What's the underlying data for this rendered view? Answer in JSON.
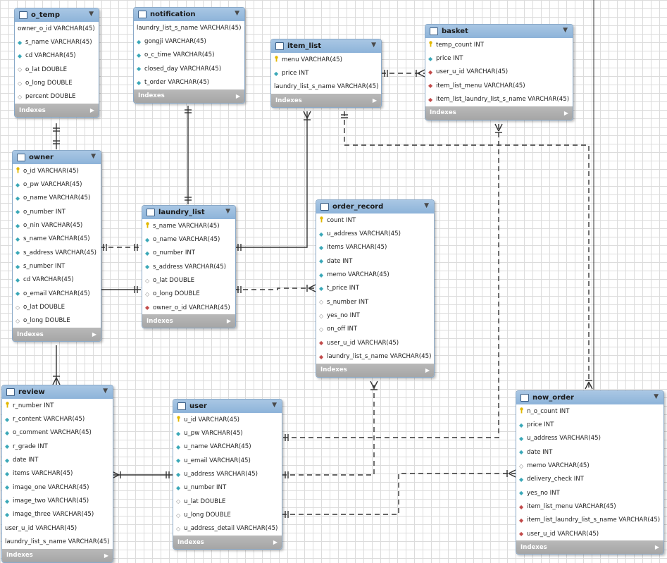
{
  "tables": [
    {
      "id": "o_temp",
      "name": "o_temp",
      "columns": [
        {
          "text": "owner_o_id VARCHAR(45)",
          "marker": "none"
        },
        {
          "text": "s_name VARCHAR(45)",
          "marker": "cyan"
        },
        {
          "text": "cd VARCHAR(45)",
          "marker": "cyan"
        },
        {
          "text": "o_lat DOUBLE",
          "marker": "empty"
        },
        {
          "text": "o_long DOUBLE",
          "marker": "empty"
        },
        {
          "text": "percent DOUBLE",
          "marker": "empty"
        }
      ],
      "indexes_label": "Indexes"
    },
    {
      "id": "notification",
      "name": "notification",
      "columns": [
        {
          "text": "laundry_list_s_name VARCHAR(45)",
          "marker": "none"
        },
        {
          "text": "gongji VARCHAR(45)",
          "marker": "cyan"
        },
        {
          "text": "o_c_time VARCHAR(45)",
          "marker": "cyan"
        },
        {
          "text": "closed_day VARCHAR(45)",
          "marker": "cyan"
        },
        {
          "text": "t_order VARCHAR(45)",
          "marker": "cyan"
        }
      ],
      "indexes_label": "Indexes"
    },
    {
      "id": "item_list",
      "name": "item_list",
      "columns": [
        {
          "text": "menu VARCHAR(45)",
          "marker": "pk"
        },
        {
          "text": "price INT",
          "marker": "cyan"
        },
        {
          "text": "laundry_list_s_name VARCHAR(45)",
          "marker": "none"
        }
      ],
      "indexes_label": "Indexes"
    },
    {
      "id": "basket",
      "name": "basket",
      "columns": [
        {
          "text": "temp_count INT",
          "marker": "pk"
        },
        {
          "text": "price INT",
          "marker": "cyan"
        },
        {
          "text": "user_u_id VARCHAR(45)",
          "marker": "fk"
        },
        {
          "text": "item_list_menu VARCHAR(45)",
          "marker": "fk"
        },
        {
          "text": "item_list_laundry_list_s_name VARCHAR(45)",
          "marker": "fk"
        }
      ],
      "indexes_label": "Indexes"
    },
    {
      "id": "owner",
      "name": "owner",
      "columns": [
        {
          "text": "o_id VARCHAR(45)",
          "marker": "pk"
        },
        {
          "text": "o_pw VARCHAR(45)",
          "marker": "cyan"
        },
        {
          "text": "o_name VARCHAR(45)",
          "marker": "cyan"
        },
        {
          "text": "o_number INT",
          "marker": "cyan"
        },
        {
          "text": "o_nin VARCHAR(45)",
          "marker": "cyan"
        },
        {
          "text": "s_name VARCHAR(45)",
          "marker": "cyan"
        },
        {
          "text": "s_address VARCHAR(45)",
          "marker": "cyan"
        },
        {
          "text": "s_number INT",
          "marker": "cyan"
        },
        {
          "text": "cd VARCHAR(45)",
          "marker": "cyan"
        },
        {
          "text": "o_email VARCHAR(45)",
          "marker": "cyan"
        },
        {
          "text": "o_lat DOUBLE",
          "marker": "empty"
        },
        {
          "text": "o_long DOUBLE",
          "marker": "empty"
        }
      ],
      "indexes_label": "Indexes"
    },
    {
      "id": "laundry_list",
      "name": "laundry_list",
      "columns": [
        {
          "text": "s_name VARCHAR(45)",
          "marker": "pk"
        },
        {
          "text": "o_name VARCHAR(45)",
          "marker": "cyan"
        },
        {
          "text": "o_number INT",
          "marker": "cyan"
        },
        {
          "text": "s_address VARCHAR(45)",
          "marker": "cyan"
        },
        {
          "text": "o_lat DOUBLE",
          "marker": "empty"
        },
        {
          "text": "o_long DOUBLE",
          "marker": "empty"
        },
        {
          "text": "owner_o_id VARCHAR(45)",
          "marker": "fk"
        }
      ],
      "indexes_label": "Indexes"
    },
    {
      "id": "order_record",
      "name": "order_record",
      "columns": [
        {
          "text": "count INT",
          "marker": "pk"
        },
        {
          "text": "u_address VARCHAR(45)",
          "marker": "cyan"
        },
        {
          "text": "items VARCHAR(45)",
          "marker": "cyan"
        },
        {
          "text": "date INT",
          "marker": "cyan"
        },
        {
          "text": "memo VARCHAR(45)",
          "marker": "cyan"
        },
        {
          "text": "t_price INT",
          "marker": "cyan"
        },
        {
          "text": "s_number INT",
          "marker": "empty"
        },
        {
          "text": "yes_no INT",
          "marker": "empty"
        },
        {
          "text": "on_off INT",
          "marker": "empty"
        },
        {
          "text": "user_u_id VARCHAR(45)",
          "marker": "fk"
        },
        {
          "text": "laundry_list_s_name VARCHAR(45)",
          "marker": "fk"
        }
      ],
      "indexes_label": "Indexes"
    },
    {
      "id": "review",
      "name": "review",
      "columns": [
        {
          "text": "r_number INT",
          "marker": "pk"
        },
        {
          "text": "r_content VARCHAR(45)",
          "marker": "cyan"
        },
        {
          "text": "o_comment VARCHAR(45)",
          "marker": "cyan"
        },
        {
          "text": "r_grade INT",
          "marker": "cyan"
        },
        {
          "text": "date INT",
          "marker": "cyan"
        },
        {
          "text": "items VARCHAR(45)",
          "marker": "cyan"
        },
        {
          "text": "image_one VARCHAR(45)",
          "marker": "cyan"
        },
        {
          "text": "image_two VARCHAR(45)",
          "marker": "cyan"
        },
        {
          "text": "image_three VARCHAR(45)",
          "marker": "cyan"
        },
        {
          "text": "user_u_id VARCHAR(45)",
          "marker": "none"
        },
        {
          "text": "laundry_list_s_name VARCHAR(45)",
          "marker": "none"
        }
      ],
      "indexes_label": "Indexes"
    },
    {
      "id": "user",
      "name": "user",
      "columns": [
        {
          "text": "u_id VARCHAR(45)",
          "marker": "pk"
        },
        {
          "text": "u_pw VARCHAR(45)",
          "marker": "cyan"
        },
        {
          "text": "u_name VARCHAR(45)",
          "marker": "cyan"
        },
        {
          "text": "u_email VARCHAR(45)",
          "marker": "cyan"
        },
        {
          "text": "u_address VARCHAR(45)",
          "marker": "cyan"
        },
        {
          "text": "u_number INT",
          "marker": "cyan"
        },
        {
          "text": "u_lat DOUBLE",
          "marker": "empty"
        },
        {
          "text": "u_long DOUBLE",
          "marker": "empty"
        },
        {
          "text": "u_address_detail VARCHAR(45)",
          "marker": "empty"
        }
      ],
      "indexes_label": "Indexes"
    },
    {
      "id": "now_order",
      "name": "now_order",
      "columns": [
        {
          "text": "n_o_count INT",
          "marker": "pk"
        },
        {
          "text": "price INT",
          "marker": "cyan"
        },
        {
          "text": "u_address VARCHAR(45)",
          "marker": "cyan"
        },
        {
          "text": "date INT",
          "marker": "cyan"
        },
        {
          "text": "memo VARCHAR(45)",
          "marker": "empty"
        },
        {
          "text": "delivery_check INT",
          "marker": "cyan"
        },
        {
          "text": "yes_no INT",
          "marker": "cyan"
        },
        {
          "text": "item_list_menu VARCHAR(45)",
          "marker": "fk"
        },
        {
          "text": "item_list_laundry_list_s_name VARCHAR(45)",
          "marker": "fk"
        },
        {
          "text": "user_u_id VARCHAR(45)",
          "marker": "fk"
        }
      ],
      "indexes_label": "Indexes"
    }
  ],
  "marker_glyphs": {
    "pk": "🔑",
    "cyan": "◆",
    "empty": "◇",
    "fk": "◆",
    "none": ""
  },
  "colors": {
    "header": "#9dbfe0",
    "indexes": "#b0b0b0",
    "pk": "#d4ad00",
    "column_icon": "#3aa8b8",
    "fk_icon": "#c24a4a",
    "line": "#333333"
  }
}
